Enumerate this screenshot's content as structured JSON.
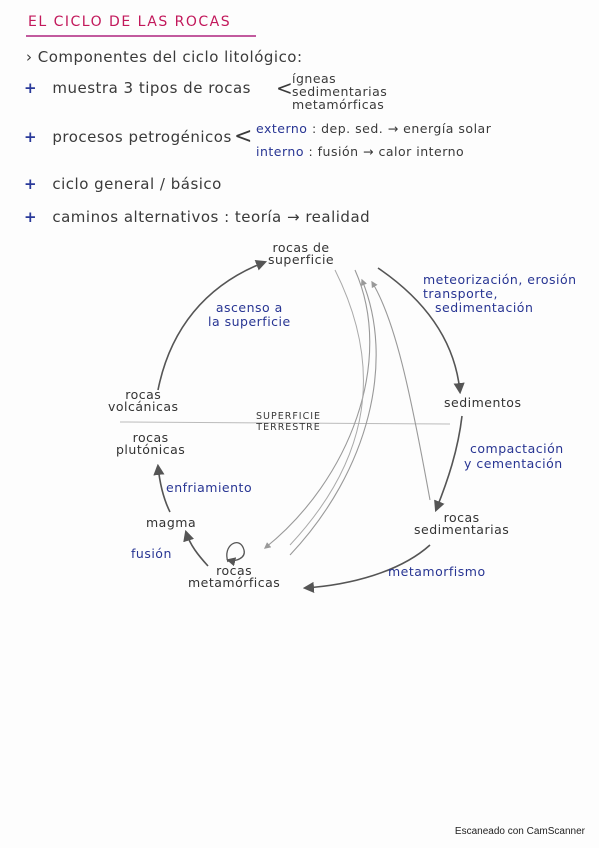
{
  "title": "EL CICLO DE LAS ROCAS",
  "intro": "Componentes del ciclo litológico:",
  "bullets": [
    {
      "marker": "+",
      "text": "muestra 3 tipos de rocas"
    },
    {
      "marker": "+",
      "text": "procesos petrogénicos"
    },
    {
      "marker": "+",
      "text": "ciclo general / básico"
    },
    {
      "marker": "+",
      "text": "caminos alternativos : teoría → realidad"
    }
  ],
  "rock_types": [
    "ígneas",
    "sedimentarias",
    "metamórficas"
  ],
  "processes": {
    "external_label": "externo",
    "external_text": ": dep. sed. → energía solar",
    "internal_label": "interno",
    "internal_text": ": fusión → calor interno"
  },
  "diagram": {
    "surface_rocks": [
      "rocas de",
      "superficie"
    ],
    "sediments": "sedimentos",
    "sedimentary_rocks": [
      "rocas",
      "sedimentarias"
    ],
    "metamorphic_rocks": [
      "rocas",
      "metamórficas"
    ],
    "magma": "magma",
    "plutonic_rocks": [
      "rocas",
      "plutónicas"
    ],
    "volcanic_rocks": [
      "rocas",
      "volcánicas"
    ],
    "earth_surface": [
      "SUPERFICIE",
      "TERRESTRE"
    ],
    "weathering": [
      "meteorización, erosión",
      "transporte,",
      "sedimentación"
    ],
    "compaction": [
      "compactación",
      "y cementación"
    ],
    "metamorphism": "metamorfismo",
    "melting": "fusión",
    "cooling": "enfriamiento",
    "uplift": [
      "ascenso a",
      "la superficie"
    ]
  },
  "footer": "Escaneado con CamScanner",
  "colors": {
    "title": "#c2185b",
    "process": "#283593",
    "ink": "#333333"
  }
}
